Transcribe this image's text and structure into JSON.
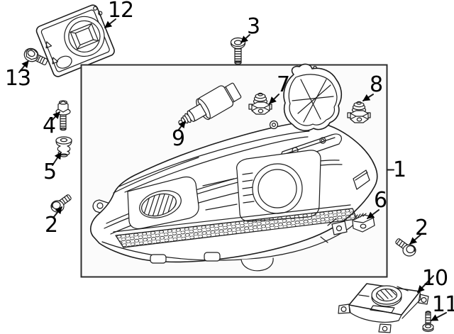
{
  "diagram": {
    "type": "exploded-parts-diagram",
    "subject": "headlight-assembly",
    "background": "#ffffff",
    "line_color": "#1c1c1c",
    "box": {
      "fill": "#fbfbfb",
      "border": "#2d2d2d"
    },
    "callouts": [
      {
        "label": "1",
        "points_to": "assembly-boundary-box"
      },
      {
        "label": "2",
        "points_to": "mounting-screw-left"
      },
      {
        "label": "2",
        "points_to": "mounting-screw-right"
      },
      {
        "label": "3",
        "points_to": "socket-head-bolt"
      },
      {
        "label": "4",
        "points_to": "hex-flange-bolt"
      },
      {
        "label": "5",
        "points_to": "rubber-grommet"
      },
      {
        "label": "6",
        "points_to": "clip-bracket"
      },
      {
        "label": "7",
        "points_to": "spring-nut-inner"
      },
      {
        "label": "8",
        "points_to": "spring-nut-outer"
      },
      {
        "label": "9",
        "points_to": "bulb-socket"
      },
      {
        "label": "10",
        "points_to": "control-module-lower"
      },
      {
        "label": "11",
        "points_to": "module-screw"
      },
      {
        "label": "12",
        "points_to": "control-module-upper"
      },
      {
        "label": "13",
        "points_to": "module-bolt"
      }
    ]
  }
}
